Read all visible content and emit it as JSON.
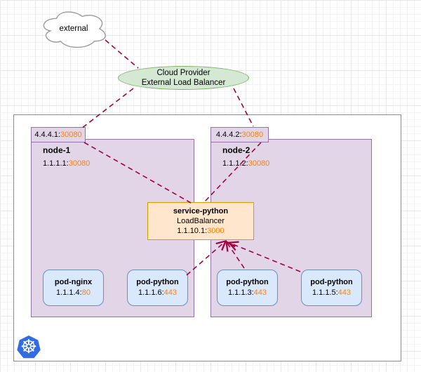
{
  "external": {
    "label": "external"
  },
  "load_balancer": {
    "line1": "Cloud Provider",
    "line2": "External Load Balancer"
  },
  "nodes": [
    {
      "external_ip": "4.4.4.1:",
      "external_port": "30080",
      "name": "node-1",
      "ip": "1.1.1.1:",
      "port": "30080"
    },
    {
      "external_ip": "4.4.4.2:",
      "external_port": "30080",
      "name": "node-2",
      "ip": "1.1.1.2:",
      "port": "30080"
    }
  ],
  "pods": [
    {
      "name": "pod-nginx",
      "ip": "1.1.1.4:",
      "port": "80"
    },
    {
      "name": "pod-python",
      "ip": "1.1.1.6:",
      "port": "443"
    },
    {
      "name": "pod-python",
      "ip": "1.1.1.3:",
      "port": "443"
    },
    {
      "name": "pod-python",
      "ip": "1.1.1.5:",
      "port": "443"
    }
  ],
  "service": {
    "name": "service-python",
    "type": "LoadBalancer",
    "ip": "1.1.10.1:",
    "port": "3000"
  },
  "connections": [
    {
      "from": "external",
      "to": "load-balancer",
      "style": "dashed"
    },
    {
      "from": "load-balancer",
      "to": "node-1-external-ip",
      "style": "dashed"
    },
    {
      "from": "load-balancer",
      "to": "node-2-external-ip",
      "style": "dashed"
    },
    {
      "from": "node-1-external-ip",
      "to": "service-python",
      "style": "dashed"
    },
    {
      "from": "node-2-external-ip",
      "to": "service-python",
      "style": "dashed"
    },
    {
      "from": "pod-python-1.1.1.6",
      "to": "service-python",
      "style": "dashed",
      "arrow_at": "service"
    },
    {
      "from": "pod-python-1.1.1.3",
      "to": "service-python",
      "style": "dashed",
      "arrow_at": "service"
    },
    {
      "from": "pod-python-1.1.1.5",
      "to": "service-python",
      "style": "dashed",
      "arrow_at": "service"
    }
  ],
  "icons": {
    "kubernetes_wheel_glyph": "☸"
  },
  "colors": {
    "port_orange": "#ff8000",
    "edge_red": "#a50040",
    "node_fill": "#e1d5e7",
    "node_stroke": "#9673a6",
    "pod_fill": "#dae8fc",
    "pod_stroke": "#6c8ebf",
    "service_fill": "#ffe6cc",
    "service_stroke": "#d79b00",
    "lb_fill": "#d5e8d4",
    "lb_stroke": "#82b366",
    "k8s_blue": "#326ce5",
    "grid_minor": "#f4f4f4",
    "grid_major": "#e8e8e8"
  }
}
